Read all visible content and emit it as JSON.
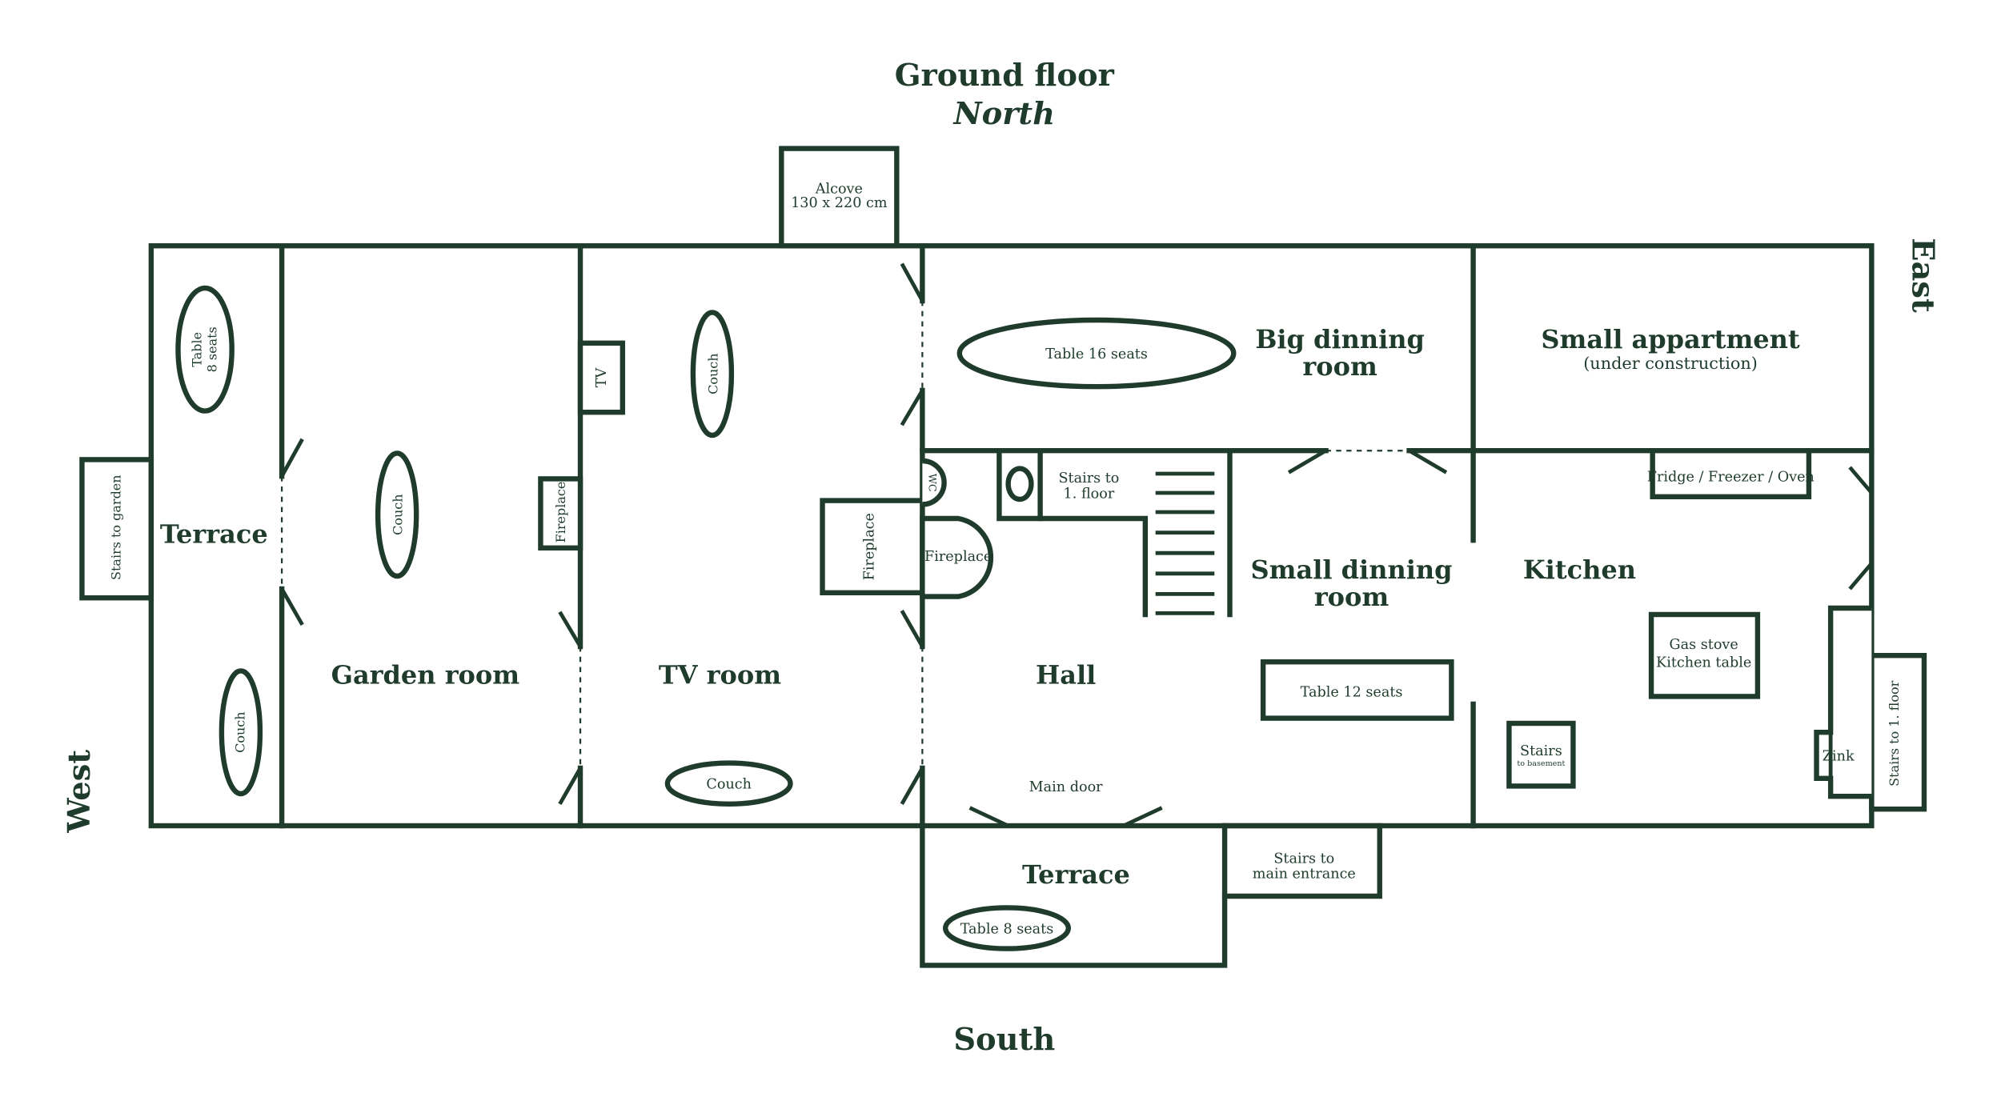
{
  "title": {
    "main": "Ground floor",
    "north": "North"
  },
  "compass": {
    "south": "South",
    "west": "West",
    "east": "East"
  },
  "rooms": {
    "terrace_west": "Terrace",
    "garden_room": "Garden room",
    "tv_room": "TV room",
    "hall": "Hall",
    "big_dining_line1": "Big dinning",
    "big_dining_line2": "room",
    "small_apartment": "Small appartment",
    "small_apartment_note": "(under construction)",
    "small_dining_line1": "Small dinning",
    "small_dining_line2": "room",
    "kitchen": "Kitchen",
    "terrace_south": "Terrace"
  },
  "labels": {
    "alcove_line1": "Alcove",
    "alcove_line2": "130 x 220 cm",
    "stairs_to_garden": "Stairs to garden",
    "table_8_west_line1": "Table",
    "table_8_west_line2": "8 seats",
    "couch_terrace": "Couch",
    "couch_garden": "Couch",
    "fireplace_garden": "Fireplace",
    "tv": "TV",
    "couch_tv_top": "Couch",
    "couch_tv_bottom": "Couch",
    "fireplace_tv": "Fireplace",
    "wc": "WC",
    "stairs_first_line1": "Stairs to",
    "stairs_first_line2": "1. floor",
    "fireplace_hall": "Fireplace",
    "table_16": "Table 16 seats",
    "table_12": "Table 12 seats",
    "main_door": "Main door",
    "table_8_south": "Table 8 seats",
    "stairs_main_line1": "Stairs to",
    "stairs_main_line2": "main entrance",
    "fridge": "Fridge / Freezer / Oven",
    "gas_line1": "Gas stove",
    "gas_line2": "Kitchen table",
    "stairs_basement_line1": "Stairs",
    "stairs_basement_line2": "to basement",
    "zink": "Zink",
    "stairs_first_east": "Stairs to 1. floor"
  },
  "colors": {
    "ink": "#1f3b2c",
    "background": "#ffffff"
  }
}
